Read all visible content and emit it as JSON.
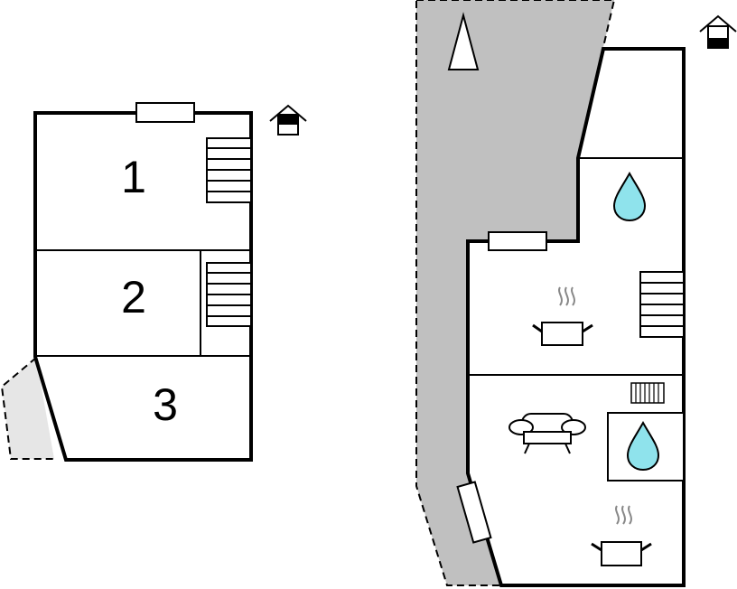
{
  "floors": [
    {
      "name": "upper-floor",
      "rooms": [
        {
          "label": "1"
        },
        {
          "label": "2"
        },
        {
          "label": "3"
        }
      ]
    },
    {
      "name": "ground-floor",
      "icons": [
        "north-arrow-icon",
        "water-drop-icon",
        "cooking-pot-icon",
        "stairs-icon",
        "radiator-icon",
        "sofa-icon",
        "cooking-pot-icon"
      ]
    }
  ],
  "colors": {
    "wall": "#000000",
    "terrace": "#c0c0c0",
    "balcony": "#e6e6e6",
    "water": "#8fe3ec"
  }
}
